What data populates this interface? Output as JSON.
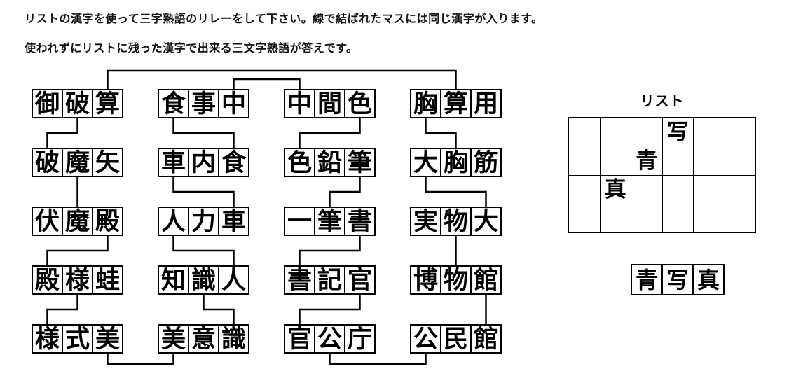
{
  "instructions": {
    "line1": "リストの漢字を使って三字熟語のリレーをして下さい。線で結ばれたマスには同じ漢字が入ります。",
    "line2": "使われずにリストに残った漢字で出来る三文字熟語が答えです。"
  },
  "puzzle": {
    "words": [
      {
        "text": "御破算",
        "chars": [
          "御",
          "破",
          "算"
        ],
        "col": 1,
        "row": 1
      },
      {
        "text": "破魔矢",
        "chars": [
          "破",
          "魔",
          "矢"
        ],
        "col": 1,
        "row": 2
      },
      {
        "text": "伏魔殿",
        "chars": [
          "伏",
          "魔",
          "殿"
        ],
        "col": 1,
        "row": 3
      },
      {
        "text": "殿様蛙",
        "chars": [
          "殿",
          "様",
          "蛙"
        ],
        "col": 1,
        "row": 4
      },
      {
        "text": "様式美",
        "chars": [
          "様",
          "式",
          "美"
        ],
        "col": 1,
        "row": 5
      },
      {
        "text": "食事中",
        "chars": [
          "食",
          "事",
          "中"
        ],
        "col": 2,
        "row": 1
      },
      {
        "text": "車内食",
        "chars": [
          "車",
          "内",
          "食"
        ],
        "col": 2,
        "row": 2
      },
      {
        "text": "人力車",
        "chars": [
          "人",
          "力",
          "車"
        ],
        "col": 2,
        "row": 3
      },
      {
        "text": "知識人",
        "chars": [
          "知",
          "識",
          "人"
        ],
        "col": 2,
        "row": 4
      },
      {
        "text": "美意識",
        "chars": [
          "美",
          "意",
          "識"
        ],
        "col": 2,
        "row": 5
      },
      {
        "text": "中間色",
        "chars": [
          "中",
          "間",
          "色"
        ],
        "col": 3,
        "row": 1
      },
      {
        "text": "色鉛筆",
        "chars": [
          "色",
          "鉛",
          "筆"
        ],
        "col": 3,
        "row": 2
      },
      {
        "text": "一筆書",
        "chars": [
          "一",
          "筆",
          "書"
        ],
        "col": 3,
        "row": 3
      },
      {
        "text": "書記官",
        "chars": [
          "書",
          "記",
          "官"
        ],
        "col": 3,
        "row": 4
      },
      {
        "text": "官公庁",
        "chars": [
          "官",
          "公",
          "庁"
        ],
        "col": 3,
        "row": 5
      },
      {
        "text": "胸算用",
        "chars": [
          "胸",
          "算",
          "用"
        ],
        "col": 4,
        "row": 1
      },
      {
        "text": "大胸筋",
        "chars": [
          "大",
          "胸",
          "筋"
        ],
        "col": 4,
        "row": 2
      },
      {
        "text": "実物大",
        "chars": [
          "実",
          "物",
          "大"
        ],
        "col": 4,
        "row": 3
      },
      {
        "text": "博物館",
        "chars": [
          "博",
          "物",
          "館"
        ],
        "col": 4,
        "row": 4
      },
      {
        "text": "公民館",
        "chars": [
          "公",
          "民",
          "館"
        ],
        "col": 4,
        "row": 5
      }
    ],
    "connections": [
      {
        "kanji": "算",
        "from": "御破算.3",
        "to": "胸算用.2"
      },
      {
        "kanji": "中",
        "from": "食事中.3",
        "to": "中間色.1"
      },
      {
        "kanji": "破",
        "from": "御破算.2",
        "to": "破魔矢.1"
      },
      {
        "kanji": "食",
        "from": "食事中.1",
        "to": "車内食.3"
      },
      {
        "kanji": "色",
        "from": "中間色.3",
        "to": "色鉛筆.1"
      },
      {
        "kanji": "胸",
        "from": "胸算用.1",
        "to": "大胸筋.2"
      },
      {
        "kanji": "魔",
        "from": "破魔矢.2",
        "to": "伏魔殿.2"
      },
      {
        "kanji": "車",
        "from": "車内食.1",
        "to": "人力車.3"
      },
      {
        "kanji": "筆",
        "from": "色鉛筆.3",
        "to": "一筆書.2"
      },
      {
        "kanji": "大",
        "from": "大胸筋.1",
        "to": "実物大.3"
      },
      {
        "kanji": "殿",
        "from": "伏魔殿.3",
        "to": "殿様蛙.1"
      },
      {
        "kanji": "人",
        "from": "人力車.1",
        "to": "知識人.3"
      },
      {
        "kanji": "書",
        "from": "一筆書.3",
        "to": "書記官.1"
      },
      {
        "kanji": "物",
        "from": "実物大.2",
        "to": "博物館.2"
      },
      {
        "kanji": "様",
        "from": "殿様蛙.2",
        "to": "様式美.1"
      },
      {
        "kanji": "識",
        "from": "知識人.2",
        "to": "美意識.3"
      },
      {
        "kanji": "官",
        "from": "書記官.3",
        "to": "官公庁.1"
      },
      {
        "kanji": "館",
        "from": "博物館.3",
        "to": "公民館.3"
      },
      {
        "kanji": "美",
        "from": "様式美.3",
        "to": "美意識.1"
      },
      {
        "kanji": "公",
        "from": "官公庁.2",
        "to": "公民館.1"
      }
    ]
  },
  "list": {
    "title": "リスト",
    "rows": 4,
    "cols": 6,
    "cells": [
      [
        "",
        "",
        "",
        "写",
        "",
        ""
      ],
      [
        "",
        "",
        "青",
        "",
        "",
        ""
      ],
      [
        "",
        "真",
        "",
        "",
        "",
        ""
      ],
      [
        "",
        "",
        "",
        "",
        "",
        ""
      ]
    ]
  },
  "answer": {
    "text": "青写真",
    "chars": [
      "青",
      "写",
      "真"
    ]
  }
}
